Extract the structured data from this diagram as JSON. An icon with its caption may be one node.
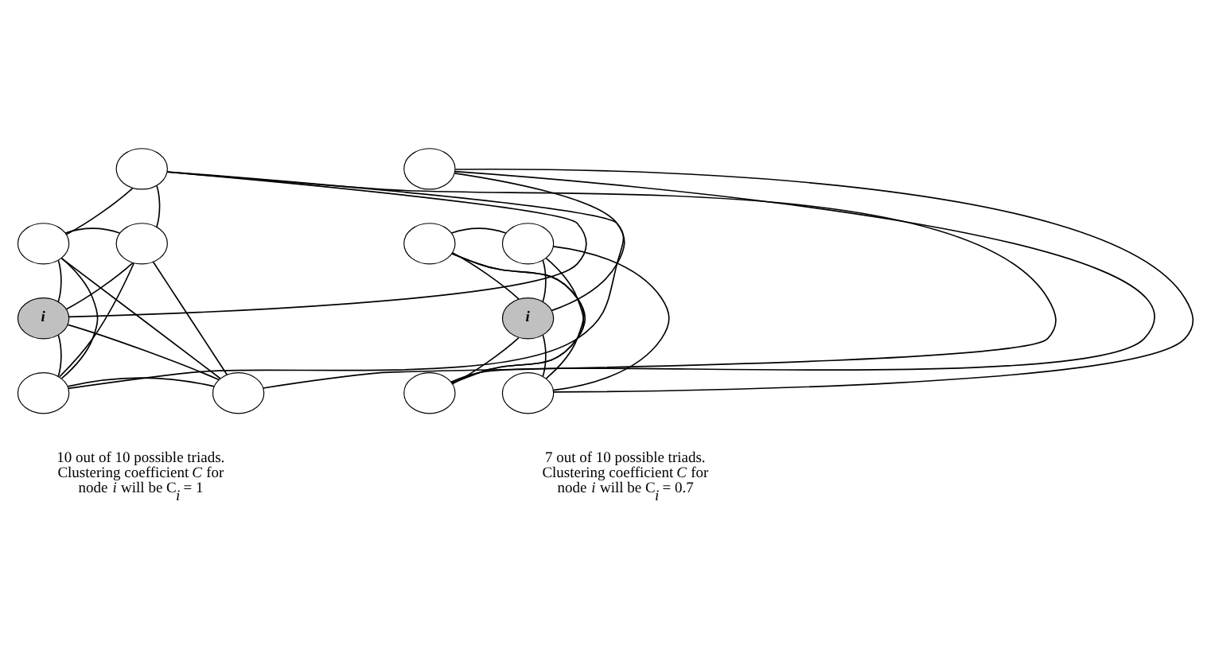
{
  "diagram": {
    "nodes": [
      {
        "text": [],
        "shape": "circle"
      },
      {
        "text": [],
        "shape": "circle"
      },
      {
        "text": [],
        "shape": "circle"
      },
      {
        "text": [
          "i"
        ]
      },
      {
        "text": [],
        "shape": "circle"
      },
      {
        "text": [],
        "shape": "circle"
      },
      {
        "text": [],
        "shape": "circle"
      },
      {
        "text": [],
        "shape": "circle"
      },
      {
        "text": [],
        "shape": "circle"
      },
      {
        "text": [
          "i"
        ]
      },
      {
        "text": [],
        "shape": "circle"
      },
      {
        "text": [],
        "shape": "circle"
      }
    ],
    "edges": [
      {
        "from": 0,
        "to": 1,
        "arrow": "none"
      },
      {
        "from": 0,
        "to": 2,
        "arrow": "none"
      },
      {
        "from": 0,
        "to": 4,
        "arrow": "none"
      },
      {
        "from": 0,
        "to": 3,
        "arrow": "none"
      },
      {
        "from": 0,
        "to": 5,
        "arrow": "none"
      },
      {
        "from": 1,
        "to": 2,
        "arrow": "none"
      },
      {
        "from": 1,
        "to": 3,
        "arrow": "none"
      },
      {
        "from": 1,
        "to": 5,
        "arrow": "none"
      },
      {
        "from": 1,
        "to": 4,
        "arrow": "none"
      },
      {
        "from": 2,
        "to": 3,
        "arrow": "none"
      },
      {
        "from": 2,
        "to": 4,
        "arrow": "none"
      },
      {
        "from": 2,
        "to": 5,
        "arrow": "none"
      },
      {
        "from": 4,
        "to": 3,
        "arrow": "none"
      },
      {
        "from": 4,
        "to": 5,
        "arrow": "none"
      },
      {
        "from": 3,
        "to": 5,
        "arrow": "none"
      },
      {
        "from": 6,
        "to": 10,
        "arrow": "none"
      },
      {
        "from": 6,
        "to": 9,
        "arrow": "none"
      },
      {
        "from": 6,
        "to": 11,
        "arrow": "none"
      },
      {
        "from": 7,
        "to": 8,
        "arrow": "none"
      },
      {
        "from": 7,
        "to": 9,
        "arrow": "none"
      },
      {
        "from": 7,
        "to": 11,
        "arrow": "none"
      },
      {
        "from": 7,
        "to": 10,
        "arrow": "none"
      },
      {
        "from": 8,
        "to": 9,
        "arrow": "none"
      },
      {
        "from": 8,
        "to": 10,
        "arrow": "none"
      },
      {
        "from": 8,
        "to": 11,
        "arrow": "none"
      },
      {
        "from": 10,
        "to": 9,
        "arrow": "none"
      },
      {
        "from": 9,
        "to": 11,
        "arrow": "none"
      }
    ],
    "labels": [
      "10 out of 10 possible triads. Clustering coefficient *C* for node *i* will be C$_{i}$ = 1",
      "7 out of 10 possible triads. Clustering coefficient *C* for node *i* will be C$_{i}$ = 0.7"
    ]
  }
}
